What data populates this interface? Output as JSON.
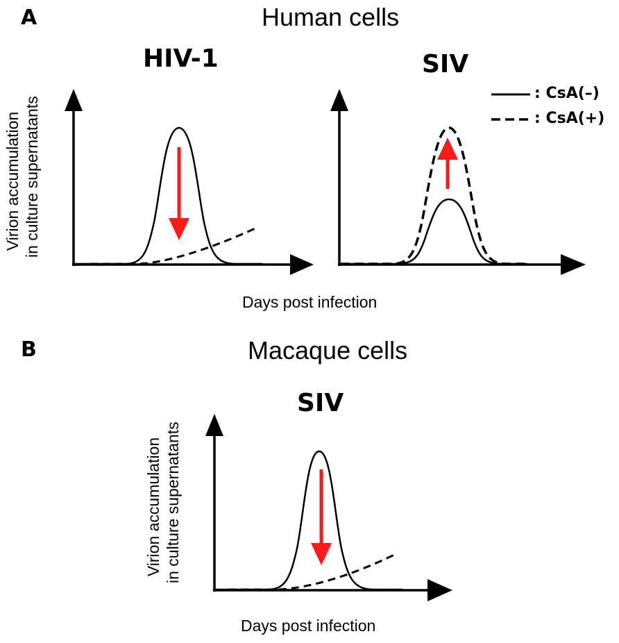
{
  "panel_a": {
    "letter": "A",
    "title": "Human cells",
    "y_label_line1": "Virion accumulation",
    "y_label_line2": "in culture supernatants",
    "x_label": "Days post infection",
    "plots": [
      {
        "title": "HIV-1",
        "arrow_direction": "down"
      },
      {
        "title": "SIV",
        "arrow_direction": "up"
      }
    ]
  },
  "panel_b": {
    "letter": "B",
    "title": "Macaque cells",
    "y_label_line1": "Virion accumulation",
    "y_label_line2": "in culture supernatants",
    "x_label": "Days post infection",
    "plots": [
      {
        "title": "SIV",
        "arrow_direction": "down"
      }
    ]
  },
  "legend": {
    "solid_label": ": CsA(–)",
    "dashed_label": ": CsA(+)"
  },
  "colors": {
    "arrow": "#ff1a1a",
    "line": "#000000"
  }
}
